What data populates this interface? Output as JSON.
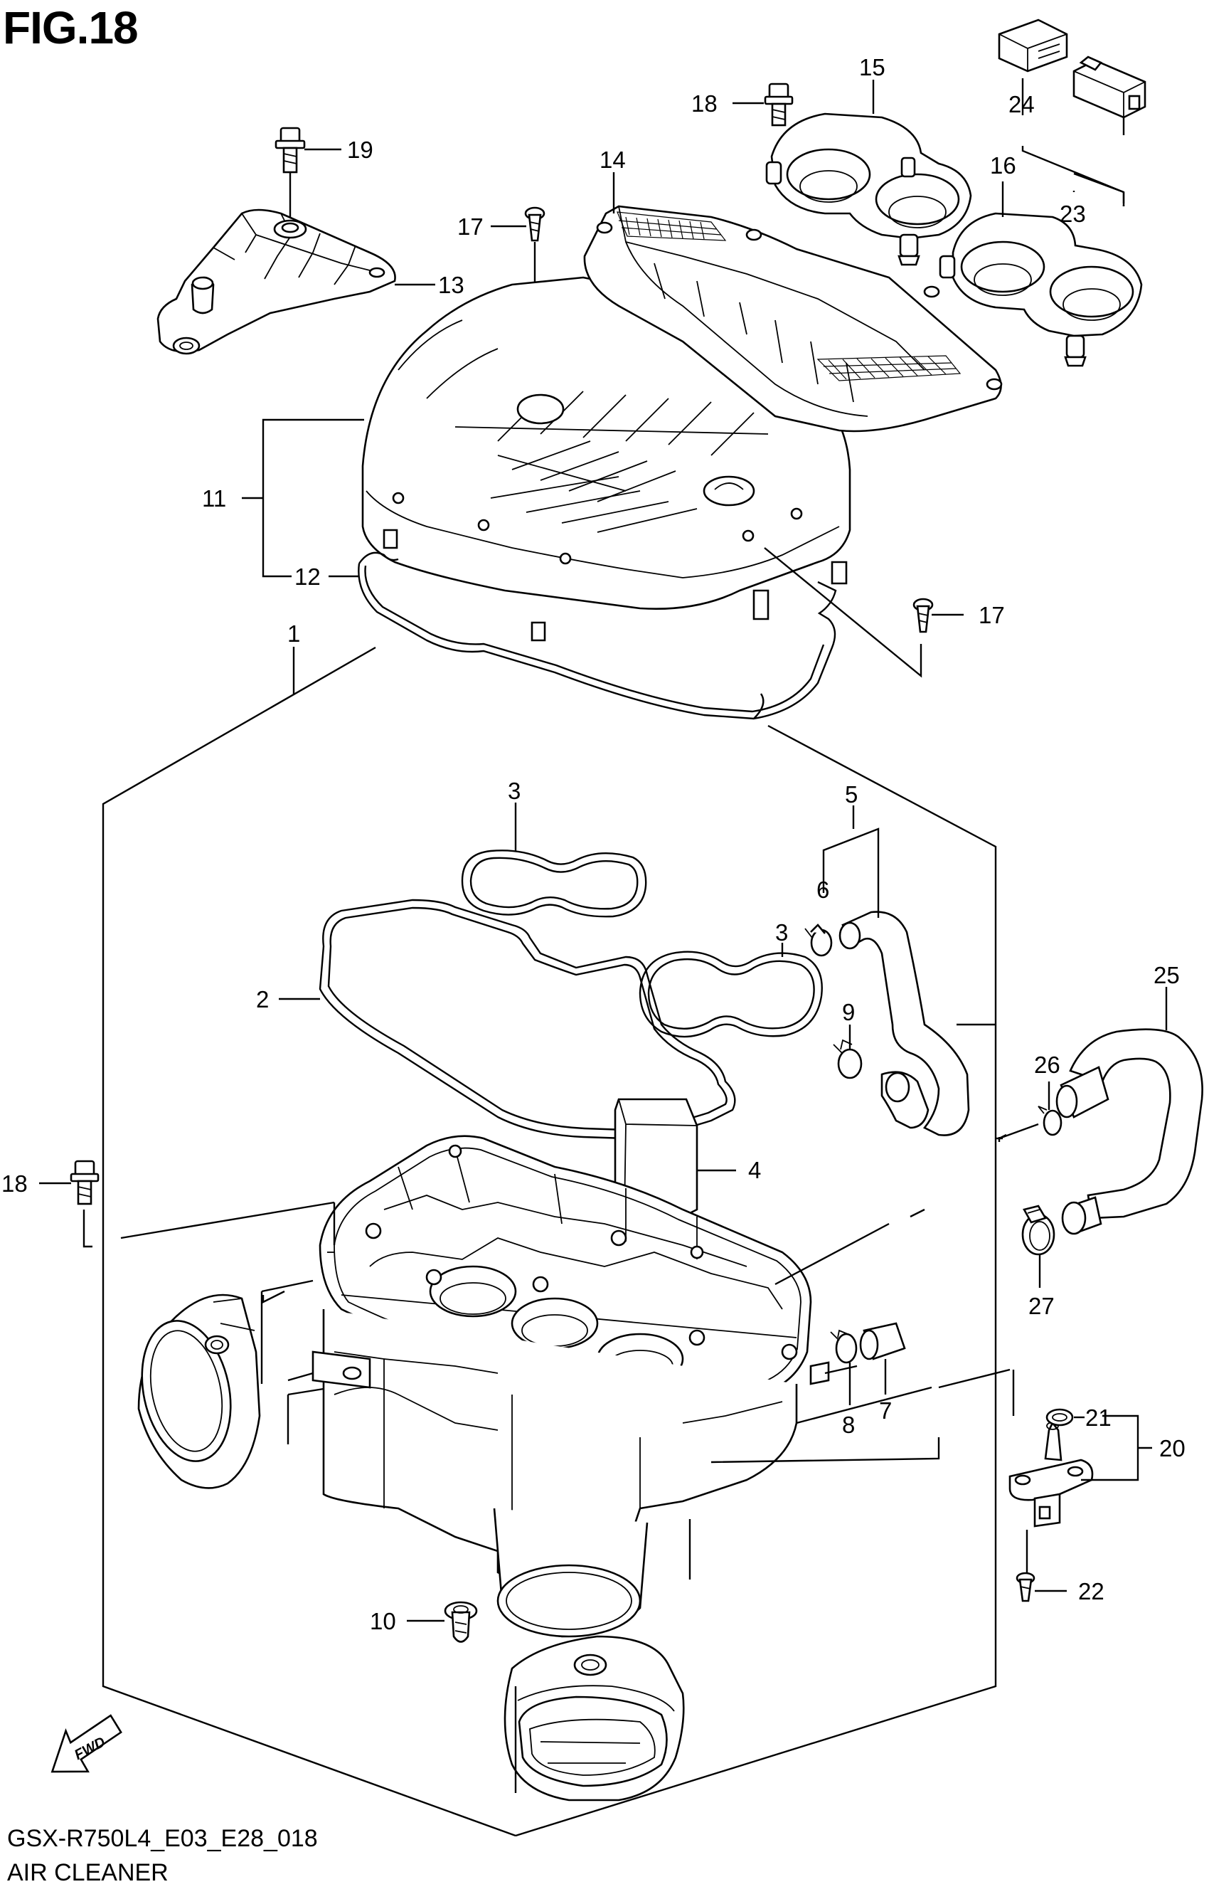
{
  "figure_title": "FIG.18",
  "model_code": "GSX-R750L4_E03_E28_018",
  "section_name": "AIR CLEANER",
  "fwd_label": "FWD",
  "callouts": {
    "c1": "1",
    "c2": "2",
    "c3a": "3",
    "c3b": "3",
    "c4": "4",
    "c5": "5",
    "c6": "6",
    "c7": "7",
    "c8": "8",
    "c9": "9",
    "c10": "10",
    "c11": "11",
    "c12": "12",
    "c13": "13",
    "c14": "14",
    "c15": "15",
    "c16": "16",
    "c17a": "17",
    "c17b": "17",
    "c18a": "18",
    "c18b": "18",
    "c19": "19",
    "c20": "20",
    "c21": "21",
    "c22": "22",
    "c23": "23",
    "c24": "24",
    "c25": "25",
    "c26": "26",
    "c27": "27"
  }
}
